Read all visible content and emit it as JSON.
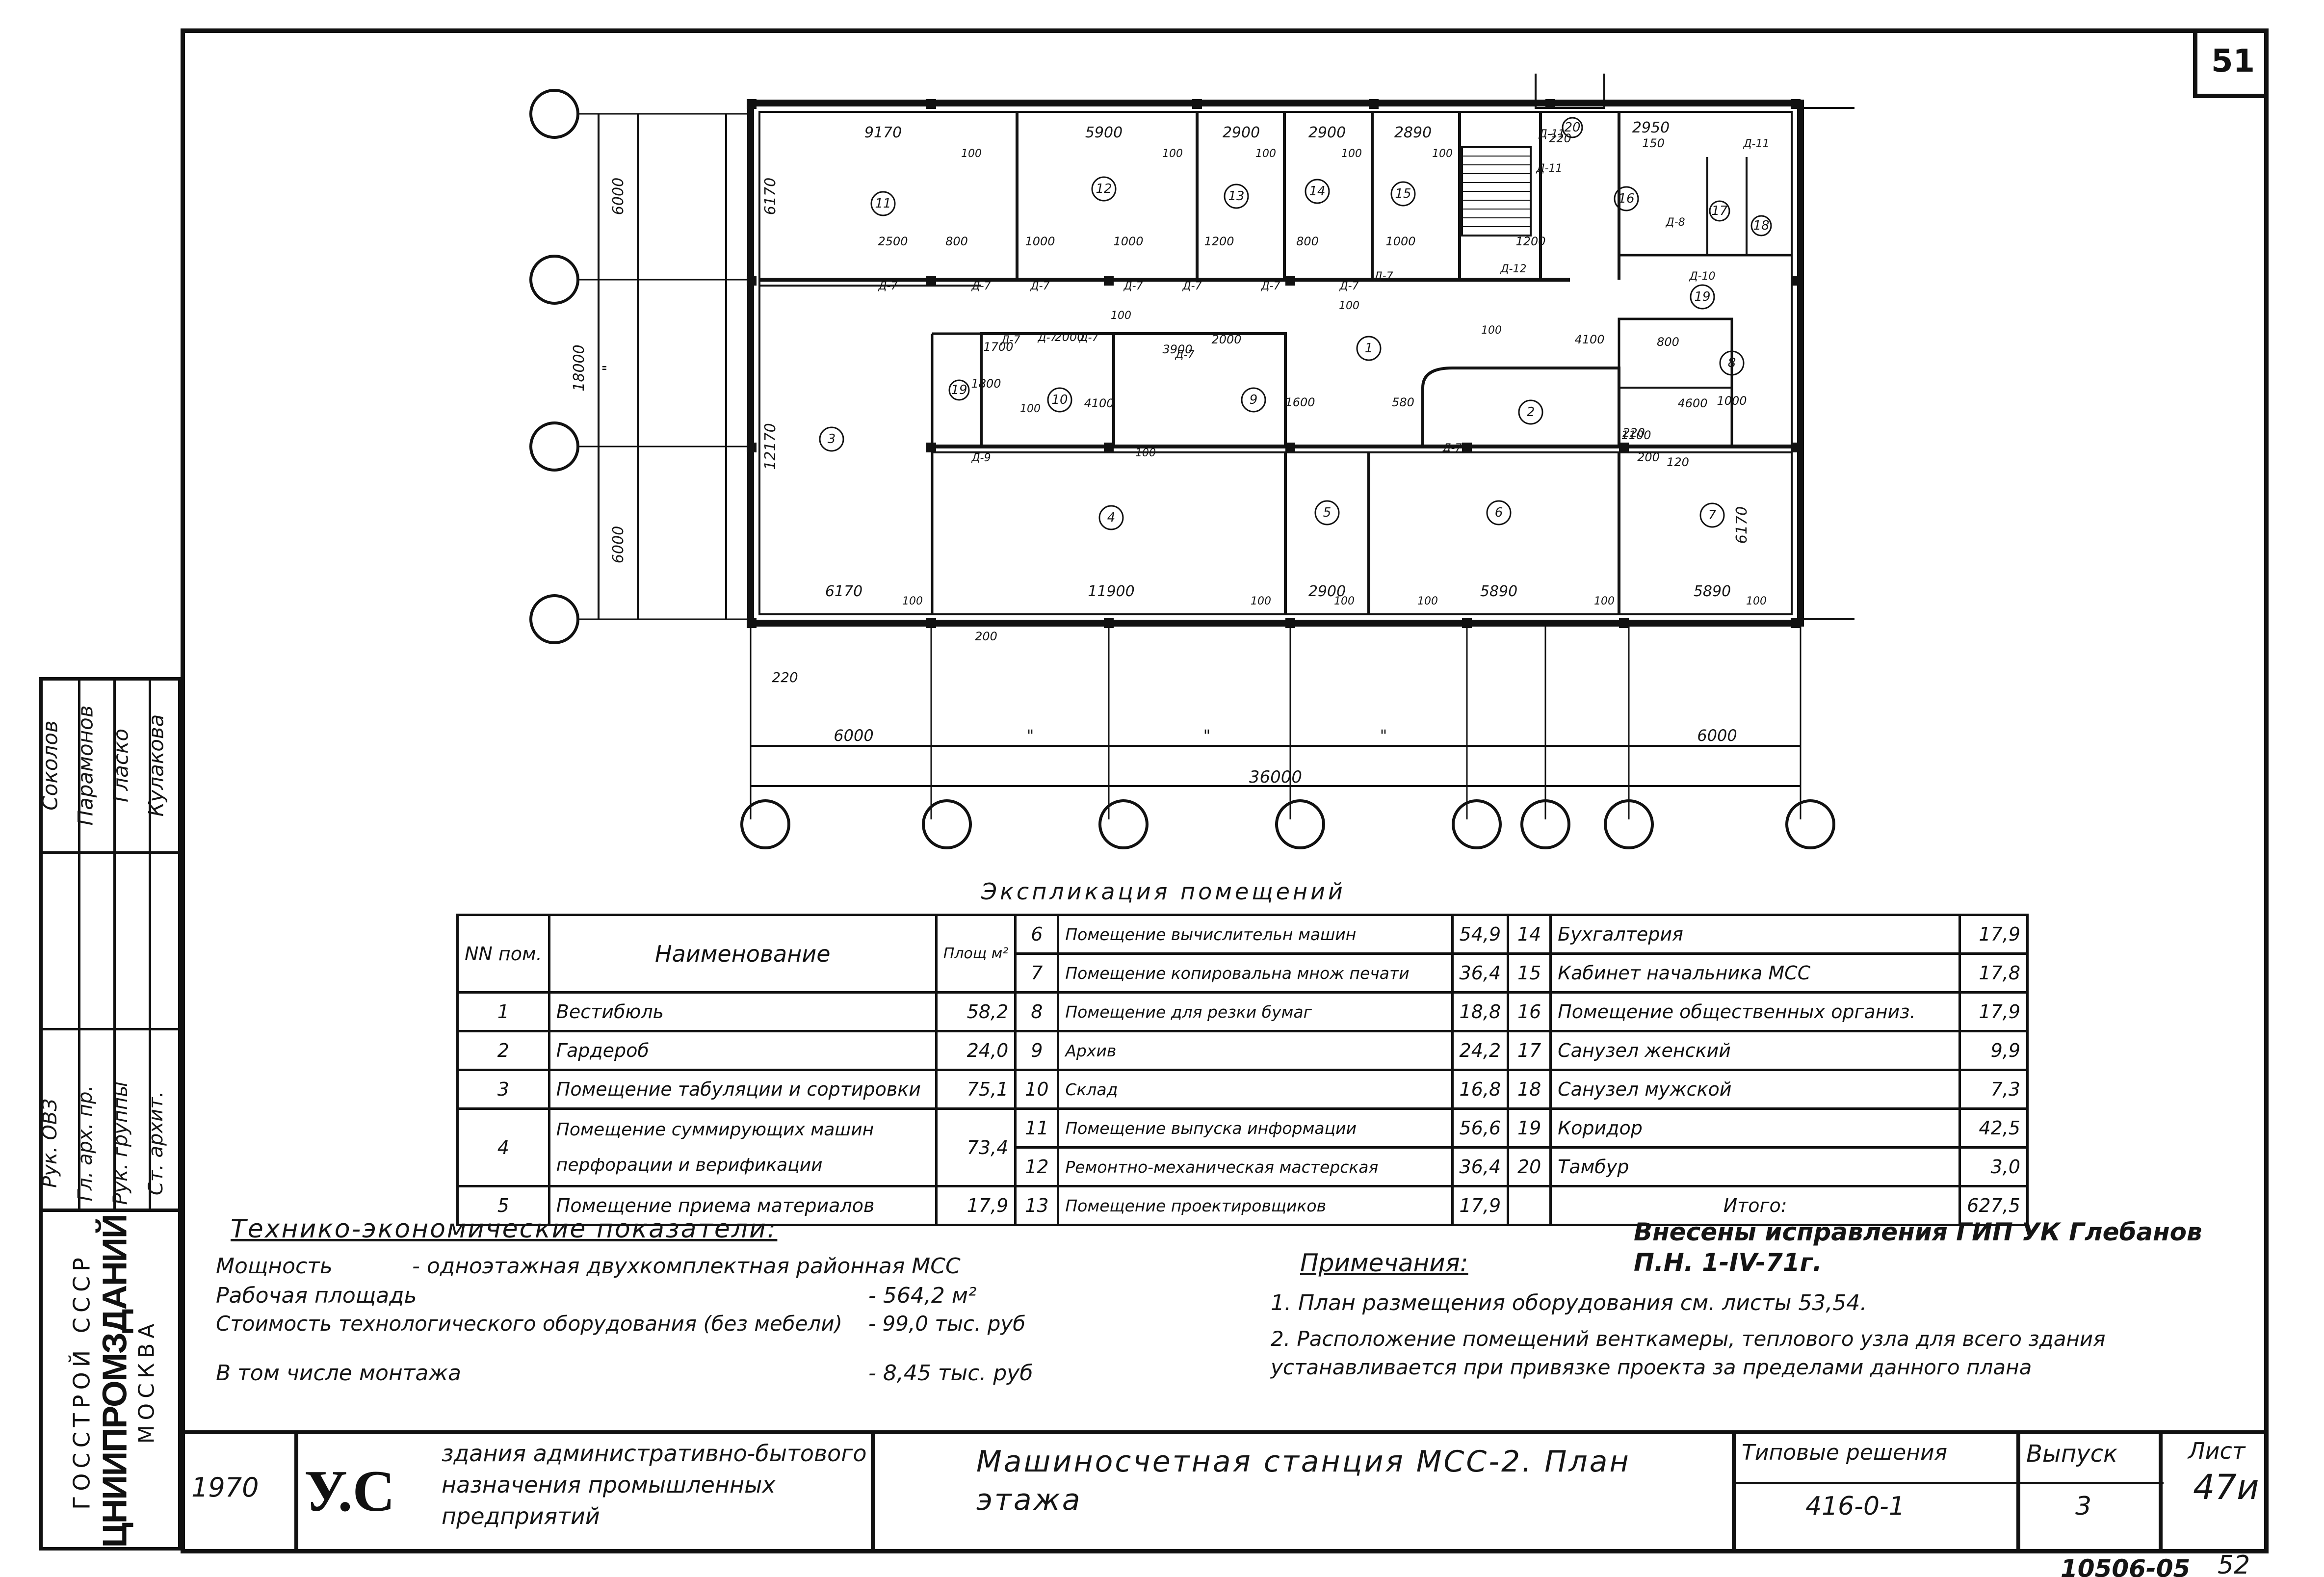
{
  "sheet": {
    "number_top": "51",
    "sheet_bottom": "52",
    "stamp": "10506-05"
  },
  "plan": {
    "top_dims": [
      "9170",
      "5900",
      "2900",
      "2900",
      "2890",
      "2950"
    ],
    "bottom_dims": [
      "6170",
      "11900",
      "2900",
      "5890",
      "5890"
    ],
    "left_dims": [
      "6000",
      "18000",
      "\"",
      "6000"
    ],
    "left_dims2": [
      "6170",
      "12170"
    ],
    "right_dims": [
      "6170"
    ],
    "small_dims": [
      "100",
      "100",
      "100",
      "100",
      "100",
      "100",
      "100",
      "100",
      "100",
      "100",
      "100",
      "100",
      "100",
      "100",
      "100",
      "100"
    ],
    "interior_dims": [
      "2500",
      "800",
      "1000",
      "1000",
      "1200",
      "800",
      "1000",
      "2000",
      "3900",
      "2000",
      "4100",
      "1600",
      "580",
      "1700",
      "4100",
      "1800",
      "800",
      "1100",
      "4600",
      "1200",
      "1000",
      "200",
      "200",
      "220",
      "220",
      "150",
      "120",
      "110"
    ],
    "door_labels": [
      "Д-7",
      "Д-7",
      "Д-7",
      "Д-7",
      "Д-7",
      "Д-7",
      "Д-7",
      "Д-7",
      "Д-7",
      "Д-7",
      "Д-7",
      "Д-7",
      "Д-7",
      "Д-12",
      "Д-11",
      "Д-11",
      "Д-8",
      "Д-10",
      "Д-11",
      "Д-9"
    ],
    "rooms": [
      "1",
      "2",
      "3",
      "4",
      "5",
      "6",
      "7",
      "8",
      "9",
      "10",
      "11",
      "12",
      "13",
      "14",
      "15",
      "16",
      "17",
      "18",
      "19",
      "20",
      "19"
    ],
    "axis_bottom": [
      "6000",
      "\"",
      "\"",
      "\"",
      "6000"
    ],
    "axis_total": "36000",
    "axis_220": "220"
  },
  "explication": {
    "title": "Экспликация помещений",
    "header": {
      "no": "NN пом.",
      "name": "Наименование",
      "area": "Площ м²"
    },
    "col1": [
      {
        "no": "1",
        "name": "Вестибюль",
        "area": "58,2"
      },
      {
        "no": "2",
        "name": "Гардероб",
        "area": "24,0"
      },
      {
        "no": "3",
        "name": "Помещение табуляции и сортировки",
        "area": "75,1"
      },
      {
        "no": "4",
        "name": "Помещение суммирующих машин перфорации и верификации",
        "area": "73,4"
      },
      {
        "no": "5",
        "name": "Помещение приема материалов",
        "area": "17,9"
      }
    ],
    "col2": [
      {
        "no": "6",
        "name": "Помещение вычислительн машин",
        "area": "54,9"
      },
      {
        "no": "7",
        "name": "Помещение копировальна множ печати",
        "area": "36,4"
      },
      {
        "no": "8",
        "name": "Помещение для резки бумаг",
        "area": "18,8"
      },
      {
        "no": "9",
        "name": "Архив",
        "area": "24,2"
      },
      {
        "no": "10",
        "name": "Склад",
        "area": "16,8"
      },
      {
        "no": "11",
        "name": "Помещение выпуска информации",
        "area": "56,6"
      },
      {
        "no": "12",
        "name": "Ремонтно-механическая мастерская",
        "area": "36,4"
      },
      {
        "no": "13",
        "name": "Помещение проектировщиков",
        "area": "17,9"
      }
    ],
    "col3": [
      {
        "no": "14",
        "name": "Бухгалтерия",
        "area": "17,9"
      },
      {
        "no": "15",
        "name": "Кабинет начальника МСС",
        "area": "17,8"
      },
      {
        "no": "16",
        "name": "Помещение общественных организ.",
        "area": "17,9"
      },
      {
        "no": "17",
        "name": "Санузел женский",
        "area": "9,9"
      },
      {
        "no": "18",
        "name": "Санузел мужской",
        "area": "7,3"
      },
      {
        "no": "19",
        "name": "Коридор",
        "area": "42,5"
      },
      {
        "no": "20",
        "name": "Тамбур",
        "area": "3,0"
      },
      {
        "no": "",
        "name": "Итого:",
        "area": "627,5"
      }
    ]
  },
  "tech": {
    "title": "Технико-экономические показатели:",
    "rows": [
      {
        "label": "Мощность",
        "value": "- одноэтажная двухкомплектная районная МСС"
      },
      {
        "label": "Рабочая площадь",
        "value": "- 564,2 м²"
      },
      {
        "label": "Стоимость технологического оборудования (без мебели)",
        "value": "- 99,0 тыс. руб"
      },
      {
        "label": "В том числе монтажа",
        "value": "- 8,45 тыс. руб"
      }
    ]
  },
  "notes": {
    "changes": "Внесены исправления ГИП УК Глебанов П.Н. 1-IV-71г.",
    "title": "Примечания:",
    "items": [
      "1. План размещения оборудования см. листы 53,54.",
      "2. Расположение помещений венткамеры, теплового узла для всего здания устанавливается при привязке проекта за пределами данного плана"
    ]
  },
  "side_stamp": {
    "org1": "ГОССТРОЙ СССР",
    "org2": "ЦНИИПРОМЗДАНИЙ",
    "org3": "МОСКВА",
    "roles": [
      "Рук. ОВЗ",
      "Гл. арх. пр.",
      "Рук. группы",
      "Ст. архит."
    ],
    "names": [
      "Соколов",
      "Парамонов",
      "Гласко",
      "Кулакова"
    ]
  },
  "title_block": {
    "year": "1970",
    "series_logo": "У.С",
    "series_desc": "здания административно-бытового назначения промышленных предприятий",
    "drawing_title": "Машиносчетная станция МСС-2. План этажа",
    "typical_label": "Типовые решения",
    "typical_value": "416-0-1",
    "issue_label": "Выпуск",
    "issue_value": "3",
    "sheet_label": "Лист",
    "sheet_value": "47и"
  }
}
